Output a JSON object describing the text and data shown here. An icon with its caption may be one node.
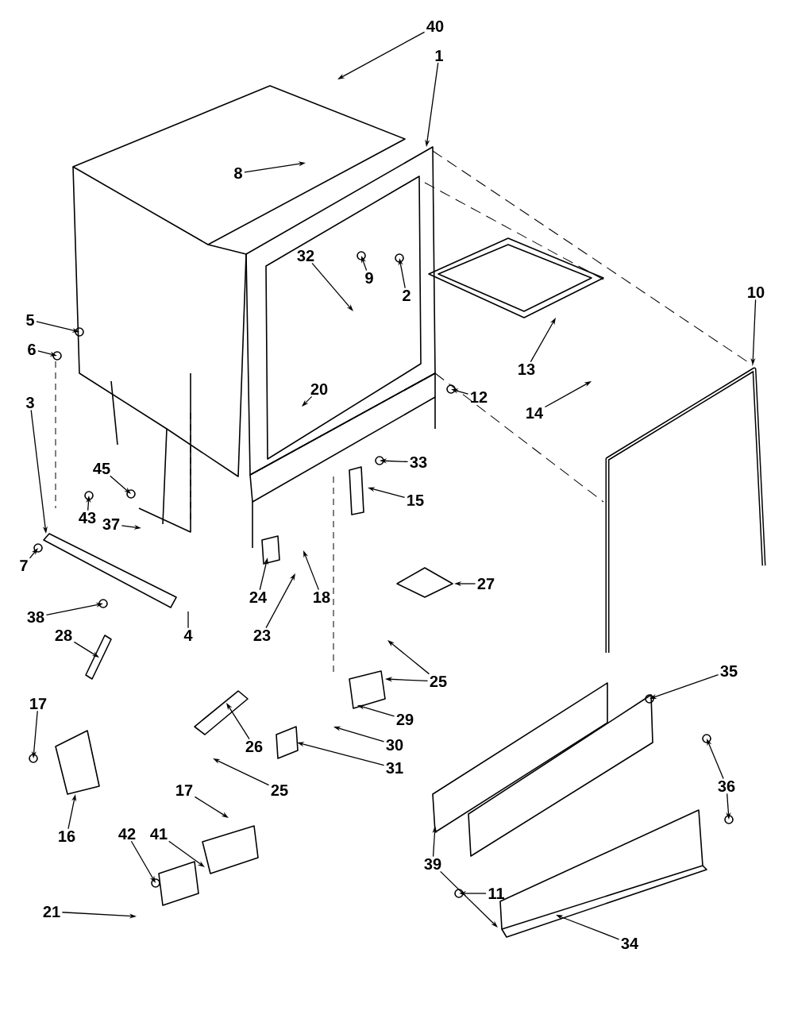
{
  "diagram": {
    "nodes": [
      {
        "text": [
          "40"
        ]
      },
      {
        "text": [
          "1"
        ]
      },
      {
        "text": [
          "8"
        ]
      },
      {
        "text": [
          "9"
        ]
      },
      {
        "text": [
          "2"
        ]
      },
      {
        "text": [
          "32"
        ]
      },
      {
        "text": [
          "13"
        ]
      },
      {
        "text": [
          "12"
        ]
      },
      {
        "text": [
          "14"
        ]
      },
      {
        "text": [
          "10"
        ]
      },
      {
        "text": [
          "20"
        ]
      },
      {
        "text": [
          "5"
        ]
      },
      {
        "text": [
          "6"
        ]
      },
      {
        "text": [
          "3"
        ]
      },
      {
        "text": [
          "33"
        ]
      },
      {
        "text": [
          "15"
        ]
      },
      {
        "text": [
          "45"
        ]
      },
      {
        "text": [
          "43"
        ]
      },
      {
        "text": [
          "37"
        ]
      },
      {
        "text": [
          "7"
        ]
      },
      {
        "text": [
          "27"
        ]
      },
      {
        "text": [
          "18"
        ]
      },
      {
        "text": [
          "24"
        ]
      },
      {
        "text": [
          "23"
        ]
      },
      {
        "text": [
          "4"
        ]
      },
      {
        "text": [
          "38"
        ]
      },
      {
        "text": [
          "28"
        ]
      },
      {
        "text": [
          "25"
        ]
      },
      {
        "text": [
          "29"
        ]
      },
      {
        "text": [
          "17"
        ]
      },
      {
        "text": [
          "30"
        ]
      },
      {
        "text": [
          "31"
        ]
      },
      {
        "text": [
          "26"
        ]
      },
      {
        "text": [
          "25"
        ]
      },
      {
        "text": [
          "16"
        ]
      },
      {
        "text": [
          "17"
        ]
      },
      {
        "text": [
          "41"
        ]
      },
      {
        "text": [
          "42"
        ]
      },
      {
        "text": [
          "21"
        ]
      },
      {
        "text": [
          "35"
        ]
      },
      {
        "text": [
          "36"
        ]
      },
      {
        "text": [
          "39"
        ]
      },
      {
        "text": [
          "11"
        ]
      },
      {
        "text": [
          "34"
        ]
      }
    ],
    "edges": [
      {
        "from": 0,
        "to": null,
        "arrow": "to"
      },
      {
        "from": 1,
        "to": null,
        "arrow": "to"
      },
      {
        "from": 2,
        "to": null,
        "arrow": "to"
      },
      {
        "from": 3,
        "to": null,
        "arrow": "to"
      },
      {
        "from": 4,
        "to": null,
        "arrow": "to"
      },
      {
        "from": 5,
        "to": null,
        "arrow": "to"
      },
      {
        "from": 6,
        "to": null,
        "arrow": "to"
      },
      {
        "from": 7,
        "to": null,
        "arrow": "to"
      },
      {
        "from": 8,
        "to": null,
        "arrow": "to"
      },
      {
        "from": 9,
        "to": null,
        "arrow": "to"
      },
      {
        "from": 10,
        "to": null,
        "arrow": "to"
      },
      {
        "from": 11,
        "to": null,
        "arrow": "to"
      },
      {
        "from": 12,
        "to": null,
        "arrow": "to"
      },
      {
        "from": 13,
        "to": null,
        "arrow": "to"
      },
      {
        "from": 14,
        "to": null,
        "arrow": "to"
      },
      {
        "from": 15,
        "to": null,
        "arrow": "to"
      },
      {
        "from": 16,
        "to": null,
        "arrow": "to"
      },
      {
        "from": 17,
        "to": null,
        "arrow": "to"
      },
      {
        "from": 18,
        "to": null,
        "arrow": "to"
      },
      {
        "from": 19,
        "to": null,
        "arrow": "to"
      },
      {
        "from": 20,
        "to": null,
        "arrow": "to"
      },
      {
        "from": 21,
        "to": null,
        "arrow": "to"
      },
      {
        "from": 22,
        "to": null,
        "arrow": "to"
      },
      {
        "from": 23,
        "to": null,
        "arrow": "to"
      },
      {
        "from": 24,
        "to": null,
        "arrow": "none"
      },
      {
        "from": 25,
        "to": null,
        "arrow": "to"
      },
      {
        "from": 26,
        "to": null,
        "arrow": "to"
      },
      {
        "from": 27,
        "to": null,
        "arrow": "to"
      },
      {
        "from": 27,
        "to": null,
        "arrow": "to"
      },
      {
        "from": 28,
        "to": null,
        "arrow": "to"
      },
      {
        "from": 29,
        "to": null,
        "arrow": "to"
      },
      {
        "from": 30,
        "to": null,
        "arrow": "to"
      },
      {
        "from": 31,
        "to": null,
        "arrow": "to"
      },
      {
        "from": 32,
        "to": null,
        "arrow": "to"
      },
      {
        "from": 33,
        "to": null,
        "arrow": "to"
      },
      {
        "from": 34,
        "to": null,
        "arrow": "to"
      },
      {
        "from": 35,
        "to": null,
        "arrow": "to"
      },
      {
        "from": 36,
        "to": null,
        "arrow": "to"
      },
      {
        "from": 37,
        "to": null,
        "arrow": "to"
      },
      {
        "from": 38,
        "to": null,
        "arrow": "to"
      },
      {
        "from": 39,
        "to": null,
        "arrow": "to"
      },
      {
        "from": 40,
        "to": null,
        "arrow": "to"
      },
      {
        "from": 40,
        "to": null,
        "arrow": "to"
      },
      {
        "from": 41,
        "to": null,
        "arrow": "to"
      },
      {
        "from": 41,
        "to": null,
        "arrow": "to"
      },
      {
        "from": 42,
        "to": null,
        "arrow": "to"
      },
      {
        "from": 43,
        "to": null,
        "arrow": "to"
      }
    ]
  }
}
